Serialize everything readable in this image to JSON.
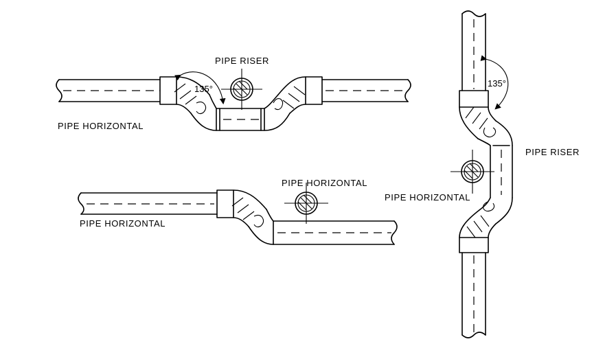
{
  "labels": {
    "top_riser": "PIPE RISER",
    "top_horizontal": "PIPE HORIZONTAL",
    "top_angle": "135°",
    "mid_horizontal_left": "PIPE HORIZONTAL",
    "mid_horizontal_top": "PIPE HORIZONTAL",
    "right_riser": "PIPE RISER",
    "right_horizontal": "PIPE HORIZONTAL",
    "right_angle": "135°"
  }
}
